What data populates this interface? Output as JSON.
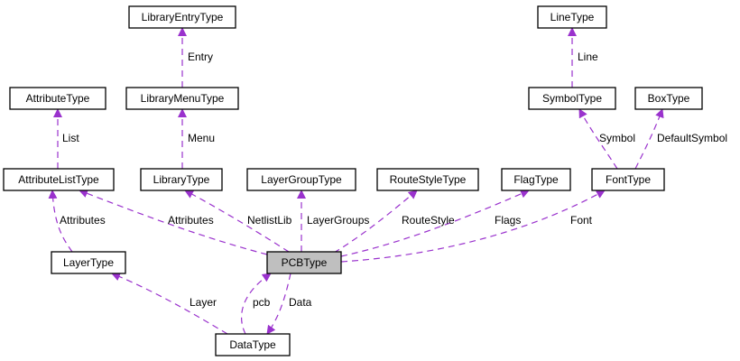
{
  "diagram": {
    "edge_color": "#9a32cd",
    "node_fill": "#ffffff",
    "focus_fill": "#bfbfbf",
    "nodes": {
      "library_entry_type": "LibraryEntryType",
      "line_type": "LineType",
      "attribute_type": "AttributeType",
      "library_menu_type": "LibraryMenuType",
      "symbol_type": "SymbolType",
      "box_type": "BoxType",
      "attribute_list_type": "AttributeListType",
      "library_type": "LibraryType",
      "layer_group_type": "LayerGroupType",
      "route_style_type": "RouteStyleType",
      "flag_type": "FlagType",
      "font_type": "FontType",
      "layer_type": "LayerType",
      "pcb_type": "PCBType",
      "data_type": "DataType"
    },
    "edge_labels": {
      "entry": "Entry",
      "line": "Line",
      "list": "List",
      "menu": "Menu",
      "symbol": "Symbol",
      "default_symbol": "DefaultSymbol",
      "attributes_layer": "Attributes",
      "attributes_pcb": "Attributes",
      "netlist_lib": "NetlistLib",
      "layer_groups": "LayerGroups",
      "route_style": "RouteStyle",
      "flags": "Flags",
      "font": "Font",
      "layer": "Layer",
      "pcb": "pcb",
      "data": "Data"
    }
  }
}
